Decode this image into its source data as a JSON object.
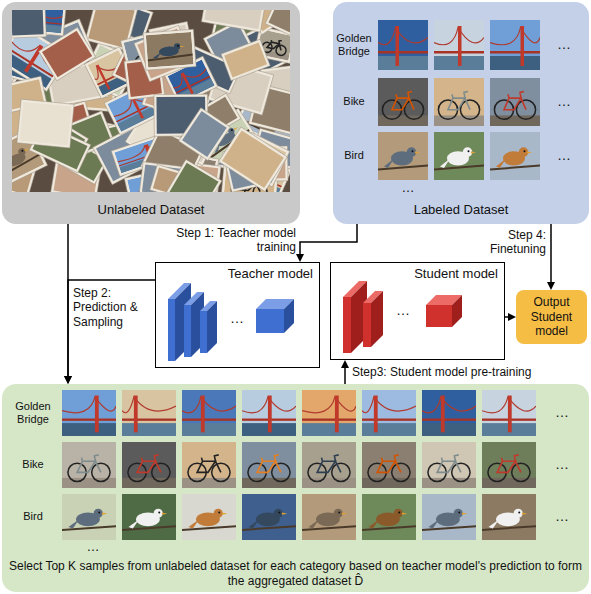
{
  "diagram": {
    "nodes": [
      {
        "text": [
          "Unlabeled Dataset"
        ]
      },
      {
        "text": [
          "Labeled Dataset"
        ]
      },
      {
        "text": [
          "Teacher model"
        ]
      },
      {
        "text": [
          "Student model"
        ]
      },
      {
        "text": [
          "Output Student model"
        ]
      },
      {
        "text": [
          "Select Top K samples from unlabeled dataset for each category based on teacher model's prediction to form the aggregated dataset D̂"
        ]
      }
    ],
    "edges": [
      {
        "from": 1,
        "to": 2,
        "arrow": "to",
        "label": "Step 1: Teacher model training"
      },
      {
        "from": 0,
        "to": 5,
        "arrow": "to"
      },
      {
        "from": 2,
        "to": 5,
        "arrow": "to",
        "label": "Step 2: Prediction & Sampling"
      },
      {
        "from": 5,
        "to": 3,
        "arrow": "to",
        "label": "Step3: Student model pre-training"
      },
      {
        "from": 1,
        "to": 4,
        "arrow": "to",
        "label": "Step 4: Finetuning"
      },
      {
        "from": 3,
        "to": 4,
        "arrow": "to"
      }
    ],
    "labels": [
      "Golden Bridge",
      "Bike",
      "Bird",
      "…",
      "…",
      "…",
      "…",
      "…",
      "…",
      "Golden Bridge",
      "Bike",
      "Bird",
      "…",
      "…",
      "…",
      "…"
    ]
  }
}
